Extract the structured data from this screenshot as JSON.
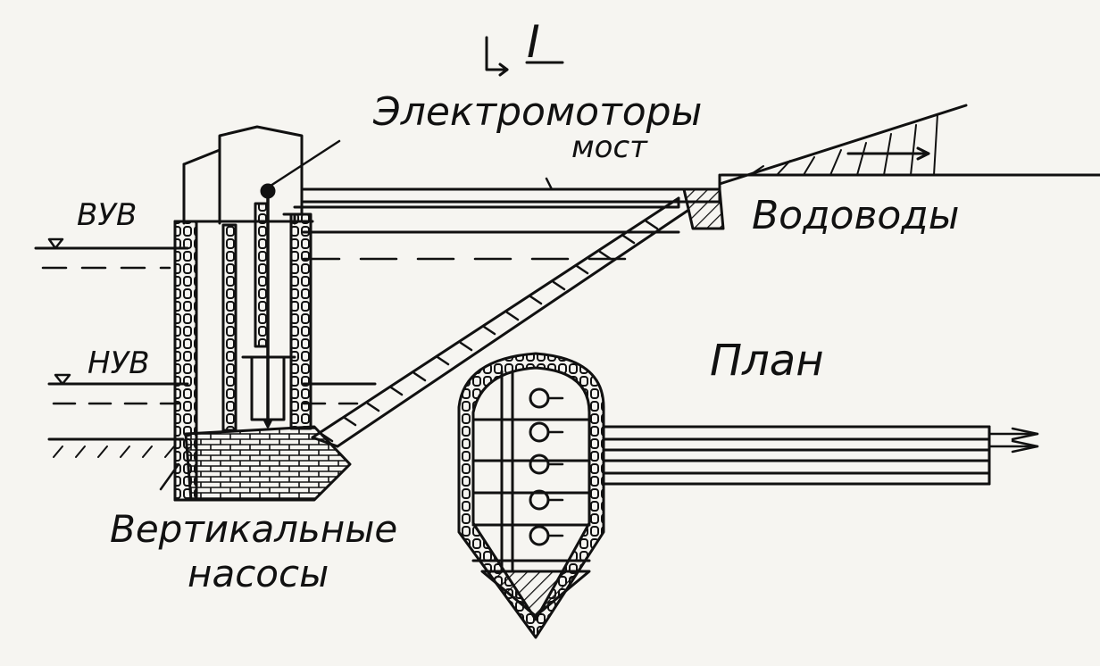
{
  "diagram": {
    "section_mark": "I",
    "labels": {
      "motors": "Электромоторы",
      "bridge": "мост",
      "upper_water_level": "ВУВ",
      "water_pipes": "Водоводы",
      "lower_water_level": "НУВ",
      "plan": "План",
      "pumps_line1": "Вертикальные",
      "pumps_line2": "насосы"
    },
    "colors": {
      "ink": "#111111",
      "paper": "#f6f5f1"
    }
  }
}
